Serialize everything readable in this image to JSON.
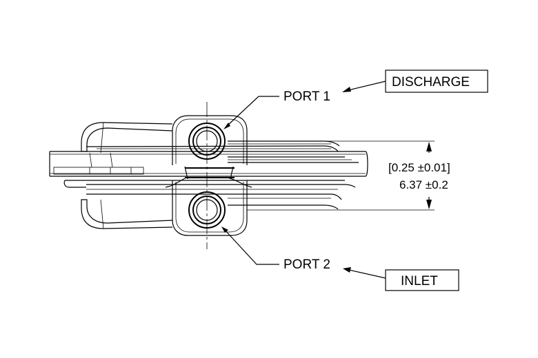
{
  "labels": {
    "port1": "PORT 1",
    "port2": "PORT 2",
    "discharge": "DISCHARGE",
    "inlet": "INLET"
  },
  "dimension": {
    "inches": "[0.25 ±0.01]",
    "mm": "6.37 ±0.2"
  }
}
